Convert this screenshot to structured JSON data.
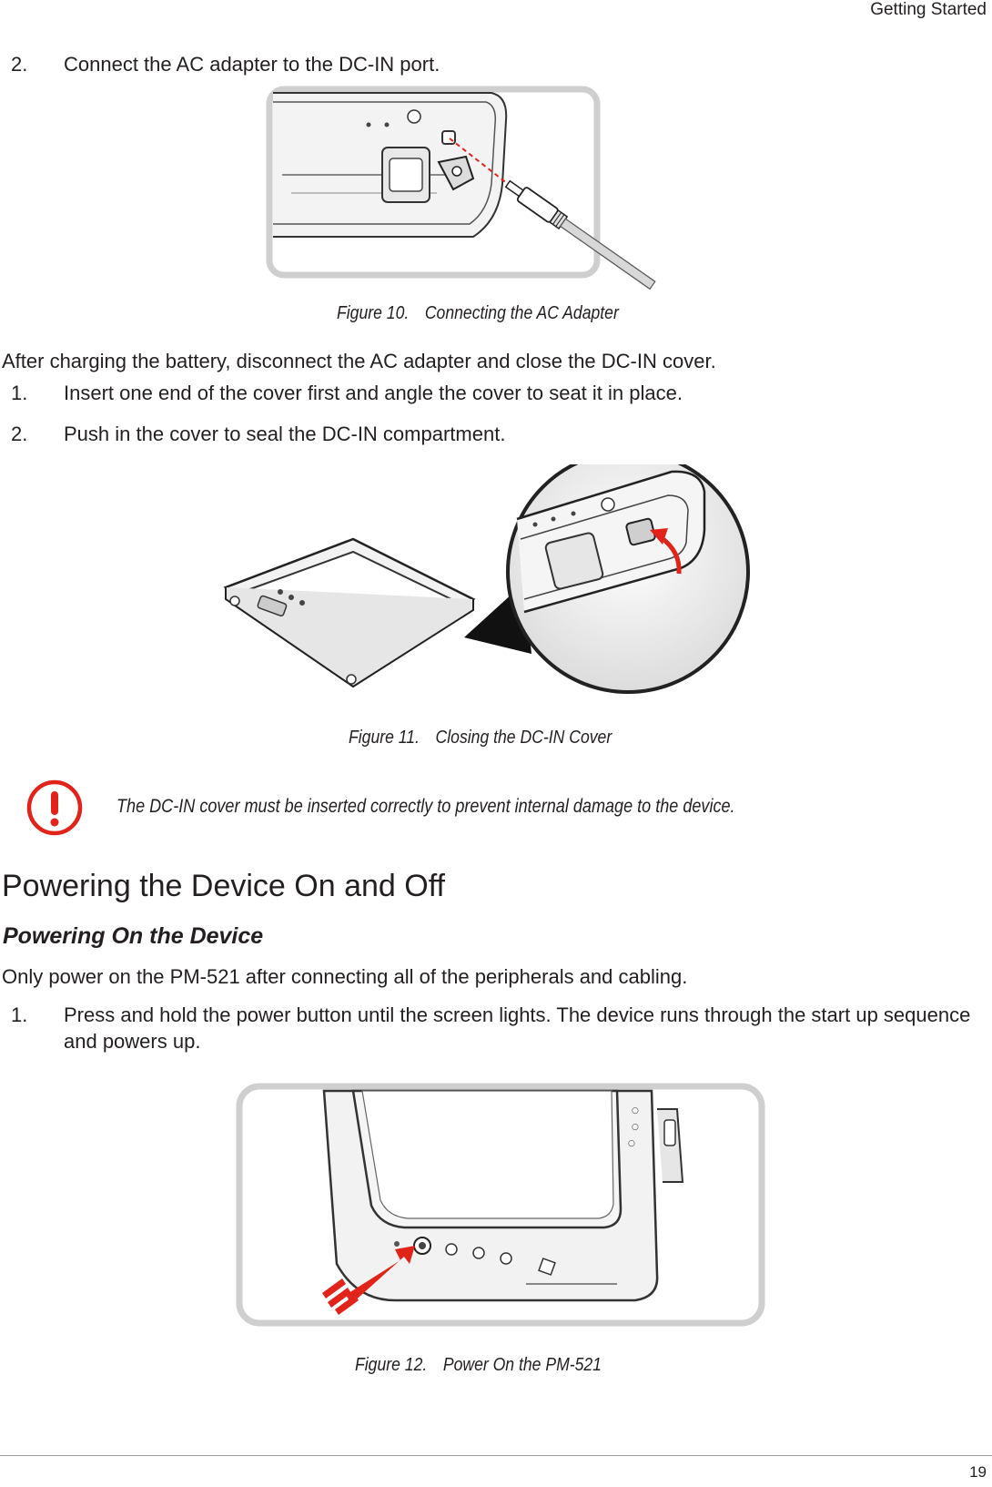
{
  "header": {
    "section": "Getting Started"
  },
  "step_connect": {
    "number": "2.",
    "text": "Connect the AC adapter to the DC-IN port."
  },
  "figure10": {
    "caption": "Figure 10. Connecting the AC Adapter"
  },
  "after_charging": {
    "text": "After charging the battery, disconnect the AC adapter and close the DC-IN cover."
  },
  "close_steps": [
    {
      "number": "1.",
      "text": "Insert one end of the cover first and angle the cover to seat it in place."
    },
    {
      "number": "2.",
      "text": "Push in the cover to seal the DC-IN compartment."
    }
  ],
  "figure11": {
    "caption": "Figure 11. Closing the DC-IN Cover"
  },
  "note": {
    "icon": "warning-icon",
    "color": "#e2231a",
    "text": "The DC-IN cover must be inserted correctly to prevent internal damage to the device."
  },
  "section": {
    "title": "Powering the Device On and Off"
  },
  "subsection": {
    "title": "Powering On the Device"
  },
  "power_intro": {
    "text": "Only power on the PM-521 after connecting all of the peripherals and cabling."
  },
  "power_step": {
    "number": "1.",
    "text": "Press and hold the power button until the screen lights. The device runs through the start up sequence and powers up."
  },
  "figure12": {
    "caption": "Figure 12. Power On the PM-521"
  },
  "footer": {
    "page_number": "19"
  }
}
